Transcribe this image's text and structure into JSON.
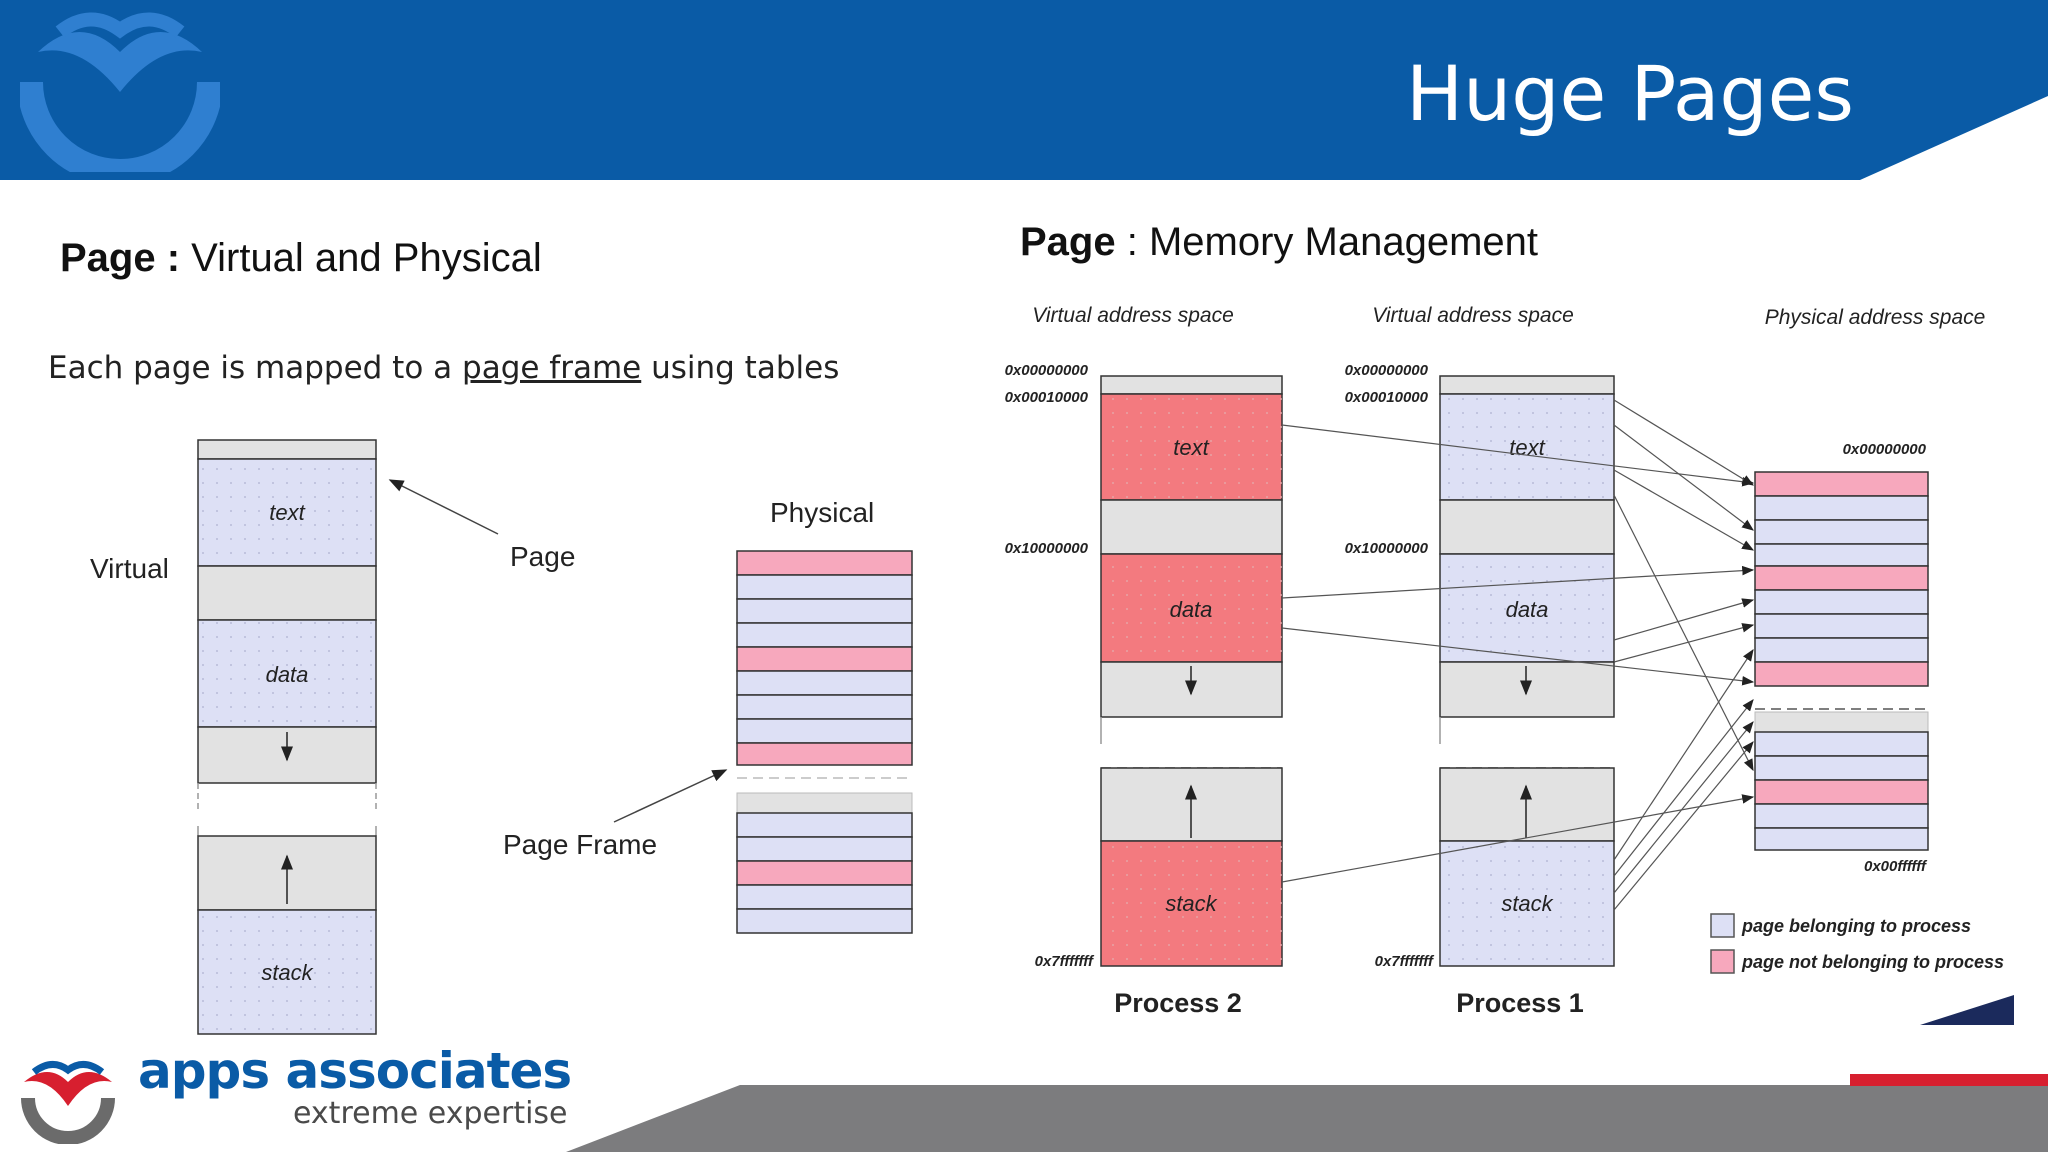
{
  "slide": {
    "title": "Huge Pages"
  },
  "left_panel": {
    "heading_bold": "Page :",
    "heading_rest": " Virtual and Physical",
    "caption_before": "Each page is mapped to a ",
    "caption_link": "page frame",
    "caption_after": " using tables",
    "virtual_label": "Virtual",
    "physical_label": "Physical",
    "page_label": "Page",
    "page_frame_label": "Page Frame",
    "segments": {
      "text": "text",
      "data": "data",
      "stack": "stack"
    }
  },
  "right_panel": {
    "heading_bold": "Page",
    "heading_rest": " : Memory Management",
    "virtual_space_label": "Virtual address space",
    "physical_space_label": "Physical address space",
    "addresses": {
      "a0": "0x00000000",
      "a1": "0x00010000",
      "a2": "0x10000000",
      "a3": "0x7fffffff",
      "phys_top": "0x00000000",
      "phys_bottom": "0x00ffffff"
    },
    "segments": {
      "text": "text",
      "data": "data",
      "stack": "stack"
    },
    "process2_label": "Process 2",
    "process1_label": "Process 1",
    "legend": {
      "belonging": "page belonging to process",
      "not_belonging": "page not belonging to process"
    }
  },
  "branding": {
    "name": "apps associates",
    "tagline": "extreme expertise"
  },
  "colors": {
    "banner_blue": "#0a5ba6",
    "banner_logo": "#2f7fd0",
    "page_blue": "#dde0f5",
    "page_pink": "#f7a8bd",
    "process_red": "#f37a7f",
    "unused_gray": "#e2e2e2",
    "footer_gray": "#7c7c7e",
    "accent_red": "#d71f2f",
    "accent_navy": "#1b2a5c"
  }
}
